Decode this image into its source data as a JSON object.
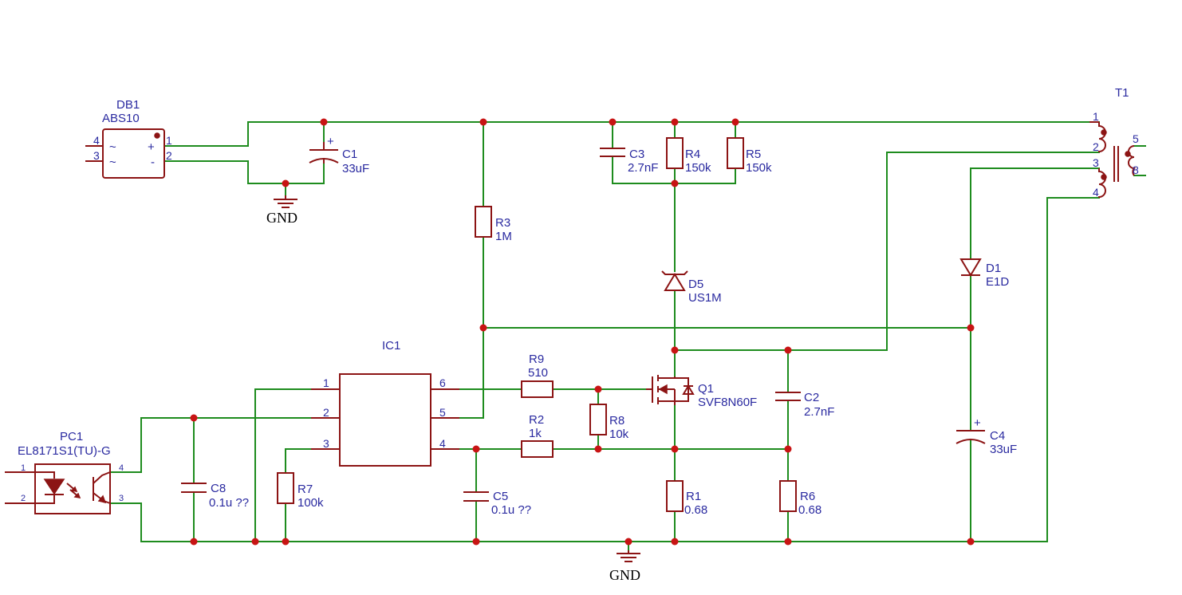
{
  "components": {
    "db1": {
      "ref": "DB1",
      "value": "ABS10",
      "pins": [
        "4",
        "3",
        "1",
        "2"
      ],
      "ac": "~",
      "plus": "+",
      "minus": "-"
    },
    "c1": {
      "ref": "C1",
      "value": "33uF",
      "plus": "+"
    },
    "c3": {
      "ref": "C3",
      "value": "2.7nF"
    },
    "r4": {
      "ref": "R4",
      "value": "150k"
    },
    "r5": {
      "ref": "R5",
      "value": "150k"
    },
    "r3": {
      "ref": "R3",
      "value": "1M"
    },
    "d5": {
      "ref": "D5",
      "value": "US1M"
    },
    "t1": {
      "ref": "T1",
      "pins": [
        "1",
        "2",
        "3",
        "4",
        "5",
        "8"
      ]
    },
    "d1": {
      "ref": "D1",
      "value": "E1D"
    },
    "ic1": {
      "ref": "IC1",
      "pins": [
        "1",
        "2",
        "3",
        "6",
        "5",
        "4"
      ]
    },
    "r9": {
      "ref": "R9",
      "value": "510"
    },
    "r8": {
      "ref": "R8",
      "value": "10k"
    },
    "r2": {
      "ref": "R2",
      "value": "1k"
    },
    "q1": {
      "ref": "Q1",
      "value": "SVF8N60F"
    },
    "c2": {
      "ref": "C2",
      "value": "2.7nF"
    },
    "c4": {
      "ref": "C4",
      "value": "33uF",
      "plus": "+"
    },
    "pc1": {
      "ref": "PC1",
      "value": "EL8171S1(TU)-G",
      "pins": [
        "1",
        "2",
        "4",
        "3"
      ]
    },
    "c8": {
      "ref": "C8",
      "value": "0.1u ??"
    },
    "r7": {
      "ref": "R7",
      "value": "100k"
    },
    "c5": {
      "ref": "C5",
      "value": "0.1u ??"
    },
    "r1": {
      "ref": "R1",
      "value": "0.68"
    },
    "r6": {
      "ref": "R6",
      "value": "0.68"
    }
  },
  "gnd": {
    "top": "GND",
    "bottom": "GND"
  },
  "colors": {
    "wire": "#1e8c1e",
    "symbol": "#8c1414",
    "junction": "#c81414",
    "label": "#2a2aa0"
  }
}
